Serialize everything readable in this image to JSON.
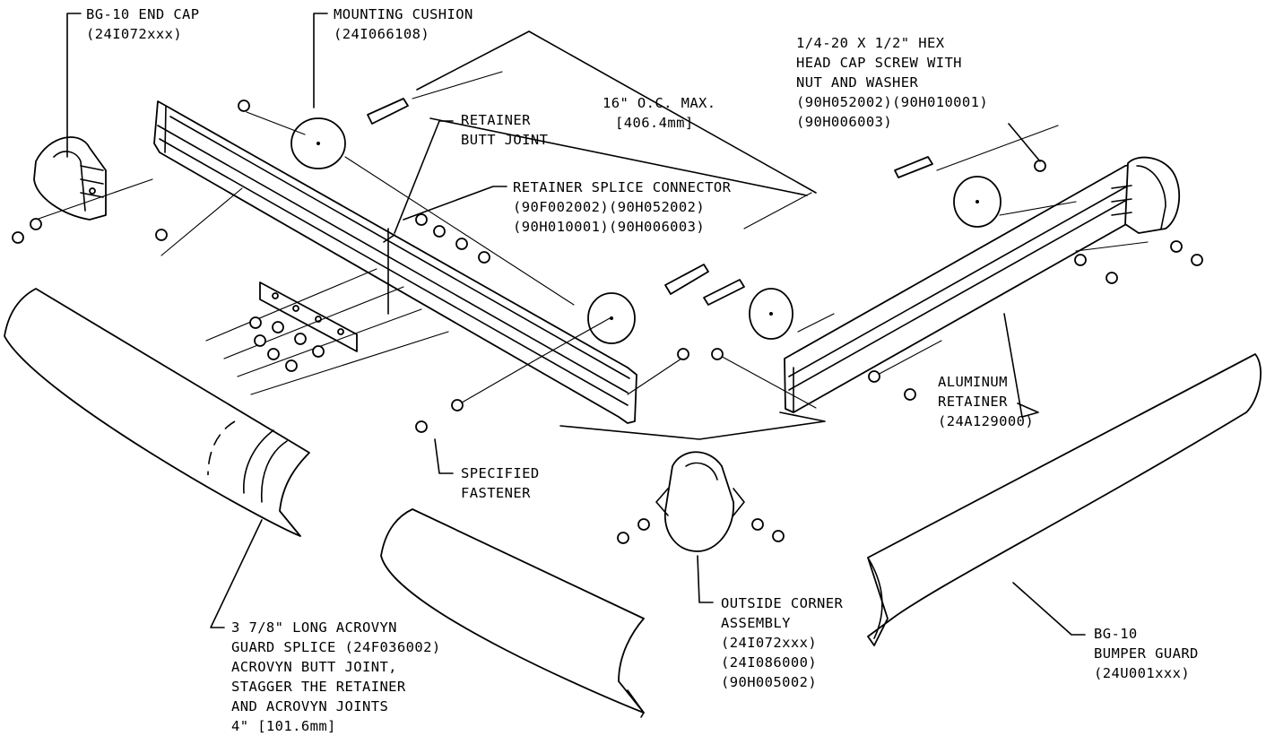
{
  "labels": {
    "end_cap": [
      "BG-10 END CAP",
      "(24I072xxx)"
    ],
    "mounting_cushion": [
      "MOUNTING CUSHION",
      "(24I066108)"
    ],
    "spacing": [
      "16\" O.C. MAX.",
      "[406.4mm]"
    ],
    "cap_screw": [
      "1/4-20 X 1/2\" HEX",
      "HEAD CAP SCREW WITH",
      "NUT AND WASHER",
      "(90H052002)(90H010001)",
      "(90H006003)"
    ],
    "retainer_butt_joint": [
      "RETAINER",
      "BUTT JOINT"
    ],
    "splice_connector": [
      "RETAINER SPLICE CONNECTOR",
      "(90F002002)(90H052002)",
      "(90H010001)(90H006003)"
    ],
    "aluminum_retainer": [
      "ALUMINUM",
      "RETAINER",
      "(24A129000)"
    ],
    "specified_fastener": [
      "SPECIFIED",
      "FASTENER"
    ],
    "outside_corner": [
      "OUTSIDE CORNER",
      "ASSEMBLY",
      "(24I072xxx)",
      "(24I086000)",
      "(90H005002)"
    ],
    "guard_splice": [
      "3 7/8\" LONG ACROVYN",
      "GUARD SPLICE (24F036002)",
      "ACROVYN BUTT JOINT,",
      "STAGGER THE RETAINER",
      "AND ACROVYN JOINTS",
      "4\" [101.6mm]"
    ],
    "bumper_guard": [
      "BG-10",
      "BUMPER GUARD",
      "(24U001xxx)"
    ]
  },
  "style": {
    "ink": "#000000",
    "paper": "#ffffff"
  }
}
